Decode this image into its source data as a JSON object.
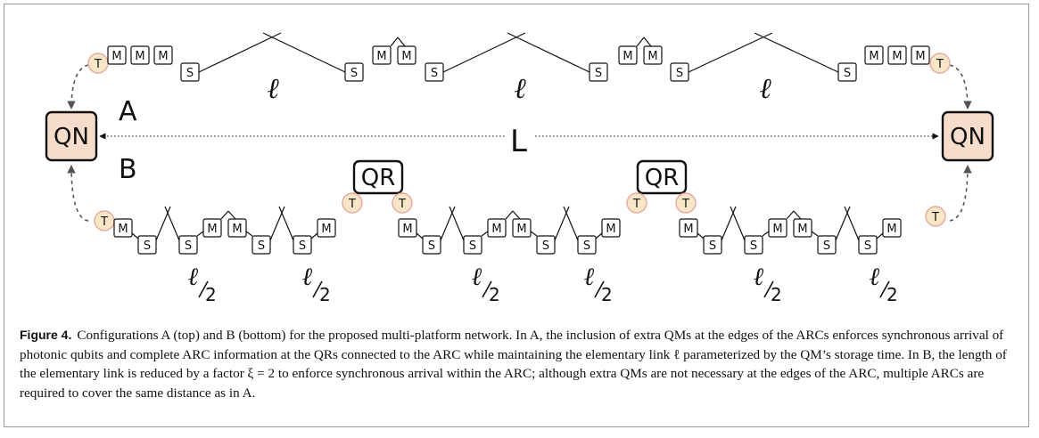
{
  "labels": {
    "config_a": "A",
    "config_b": "B",
    "distance": "L",
    "node": "QN",
    "repeater": "QR",
    "memory": "M",
    "source": "S",
    "transducer": "T",
    "link": "ℓ",
    "half_link_num": "ℓ",
    "half_link_den": "2"
  },
  "colors": {
    "node_fill": "#f6dccb",
    "transducer_fill": "#f8e6c6",
    "transducer_stroke": "#e6a9a0",
    "stroke": "#111111",
    "dashed": "#555555"
  },
  "caption": {
    "figure_label": "Figure 4.",
    "text": "Configurations A (top) and B (bottom) for the proposed multi-platform network. In A, the inclusion of extra QMs at the edges of the ARCs enforces synchronous arrival of photonic qubits and complete ARC information at the QRs connected to the ARC while maintaining the elementary link ℓ parameterized by the QM’s storage time. In B, the length of the elementary link is reduced by a factor ξ = 2 to enforce synchronous arrival within the ARC; although extra QMs are not necessary at the edges of the ARC, multiple ARCs are required to cover the same distance as in A."
  }
}
